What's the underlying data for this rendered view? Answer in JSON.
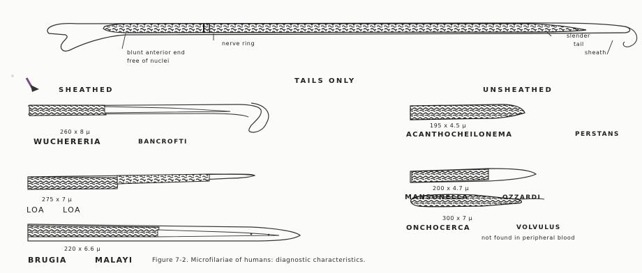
{
  "figure": {
    "caption": "Figure 7-2. Microfilariae of humans: diagnostic characteristics."
  },
  "top_specimen": {
    "labels": {
      "nerve_ring": "nerve ring",
      "blunt_anterior": "blunt anterior end",
      "free_of_nuclei": "free of nuclei",
      "slender_tail": "slender",
      "tail": "tail",
      "sheath": "sheath"
    }
  },
  "sections": {
    "sheathed": "SHEATHED",
    "tails_only": "TAILS ONLY",
    "unsheathed": "UNSHEATHED"
  },
  "sheathed_species": [
    {
      "size": "260 x 8 μ",
      "name_first": "WUCHERERIA",
      "name_second": "BANCROFTI"
    },
    {
      "size": "275 x 7 μ",
      "name_first": "LOA",
      "name_second": "LOA"
    },
    {
      "size": "220 x 6.6 μ",
      "name_first": "BRUGIA",
      "name_second": "MALAYI"
    }
  ],
  "unsheathed_species": [
    {
      "size": "195 x 4.5 μ",
      "name_first": "ACANTHOCHEILONEMA",
      "name_second": "PERSTANS"
    },
    {
      "size": "200 x 4.7 μ",
      "name_first": "MANSONELLA",
      "name_second": "OZZARDI"
    },
    {
      "size": "300 x 7 μ",
      "name_first": "ONCHOCERCA",
      "name_second": "VOLVULUS",
      "note": "not found in peripheral blood"
    }
  ]
}
